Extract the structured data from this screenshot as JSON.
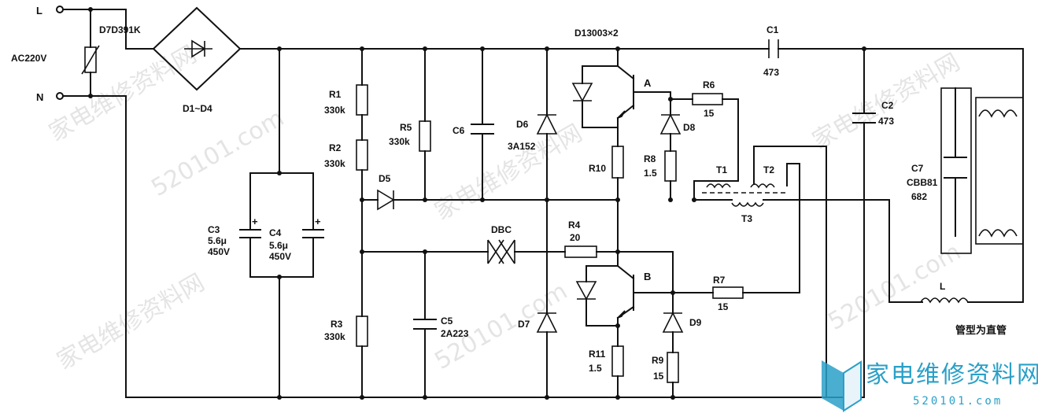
{
  "terminals": {
    "line": "L",
    "neutral": "N",
    "supply": "AC220V"
  },
  "varistor": {
    "name": "D7D391K"
  },
  "bridge": {
    "name": "D1~D4"
  },
  "switch_label": "D13003×2",
  "components": {
    "C1": {
      "name": "C1",
      "value": "473"
    },
    "C2": {
      "name": "C2",
      "value": "473"
    },
    "C3": {
      "name": "C3",
      "value": "5.6μ",
      "voltage": "450V"
    },
    "C4": {
      "name": "C4",
      "value": "5.6μ",
      "voltage": "450V"
    },
    "C5": {
      "name": "C5",
      "value": "2A223"
    },
    "C6": {
      "name": "C6"
    },
    "C7": {
      "name": "C7",
      "type": "CBB81",
      "value": "682"
    },
    "R1": {
      "name": "R1",
      "value": "330k"
    },
    "R2": {
      "name": "R2",
      "value": "330k"
    },
    "R3": {
      "name": "R3",
      "value": "330k"
    },
    "R4": {
      "name": "R4",
      "value": "20"
    },
    "R5": {
      "name": "R5",
      "value": "330k"
    },
    "R6": {
      "name": "R6",
      "value": "15"
    },
    "R7": {
      "name": "R7",
      "value": "15"
    },
    "R8": {
      "name": "R8",
      "value": "1.5"
    },
    "R9": {
      "name": "R9",
      "value": "15"
    },
    "R10": {
      "name": "R10"
    },
    "R11": {
      "name": "R11",
      "value": "1.5"
    },
    "D5": {
      "name": "D5"
    },
    "D6": {
      "name": "D6",
      "value": "3A152"
    },
    "D7": {
      "name": "D7"
    },
    "D8": {
      "name": "D8"
    },
    "D9": {
      "name": "D9"
    },
    "DBC": {
      "name": "DBC"
    },
    "T1": {
      "name": "T1"
    },
    "T2": {
      "name": "T2"
    },
    "T3": {
      "name": "T3"
    },
    "L": {
      "name": "L"
    },
    "QA": {
      "name": "A"
    },
    "QB": {
      "name": "B"
    }
  },
  "tube_note": "管型为直管",
  "watermark": {
    "text": "家电维修资料网",
    "url": "520101.com"
  },
  "logo": {
    "text": "家电维修资料网",
    "url": "520101.com"
  }
}
